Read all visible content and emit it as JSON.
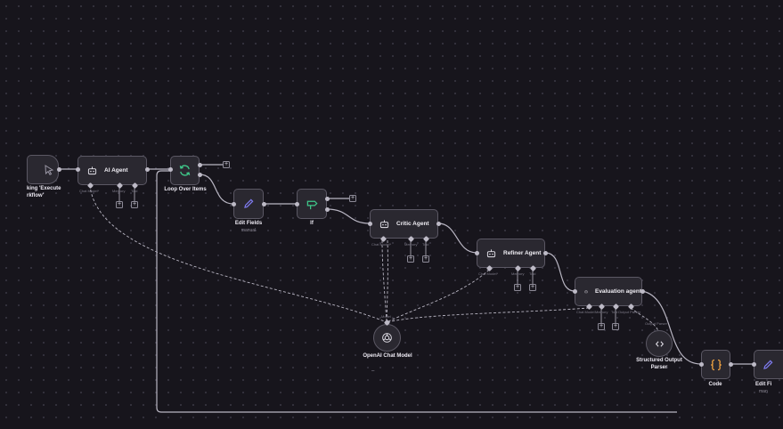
{
  "nodes": {
    "manual_trigger": {
      "label_line1": "king 'Execute",
      "label_line2": "rkflow'"
    },
    "ai_agent": {
      "title": "AI Agent",
      "port_chat": "Chat Model*",
      "port_memory": "Memory",
      "port_tool": "Tool"
    },
    "loop_over_items": {
      "label": "Loop Over Items"
    },
    "edit_fields": {
      "label": "Edit Fields",
      "sublabel": "manual"
    },
    "if_node": {
      "label": "If"
    },
    "critic_agent": {
      "title": "Critic Agent",
      "port_chat": "Chat Model*",
      "port_memory": "Memory",
      "port_tool": "Tool"
    },
    "refiner_agent": {
      "title": "Refiner Agent",
      "port_chat": "Chat Model*",
      "port_memory": "Memory",
      "port_tool": "Tool"
    },
    "evaluation_agent": {
      "title": "Evaluation agent",
      "port_chat": "Chat Model",
      "port_memory": "Memory",
      "port_tool": "Tool",
      "port_parser": "Output Parser"
    },
    "openai_chat_model": {
      "label": "OpenAI Chat Model",
      "port_model": "Model",
      "dash": "–"
    },
    "structured_output_parser": {
      "label_line1": "Structured Output",
      "label_line2": "Parser",
      "port_parser": "Output Parser"
    },
    "code": {
      "label": "Code"
    },
    "edit_fields_2": {
      "label": "Edit Fi",
      "sublabel": "man"
    }
  },
  "colors": {
    "background": "#17151c",
    "node_fill": "#2a2830",
    "node_border": "#5b5864",
    "wire": "#b9b6c3",
    "loop_icon": "#3fc98a",
    "if_icon": "#3fc98a",
    "edit_icon": "#7f7bf0",
    "code_icon": "#f0a240"
  },
  "icons": {
    "manual_trigger": "cursor-click-icon",
    "agent": "robot-icon",
    "loop": "sync-arrows-icon",
    "edit_fields": "pencil-icon",
    "if": "signpost-icon",
    "openai": "openai-logo-icon",
    "parser": "code-brackets-icon",
    "code": "curly-braces-icon",
    "add": "plus-icon"
  }
}
